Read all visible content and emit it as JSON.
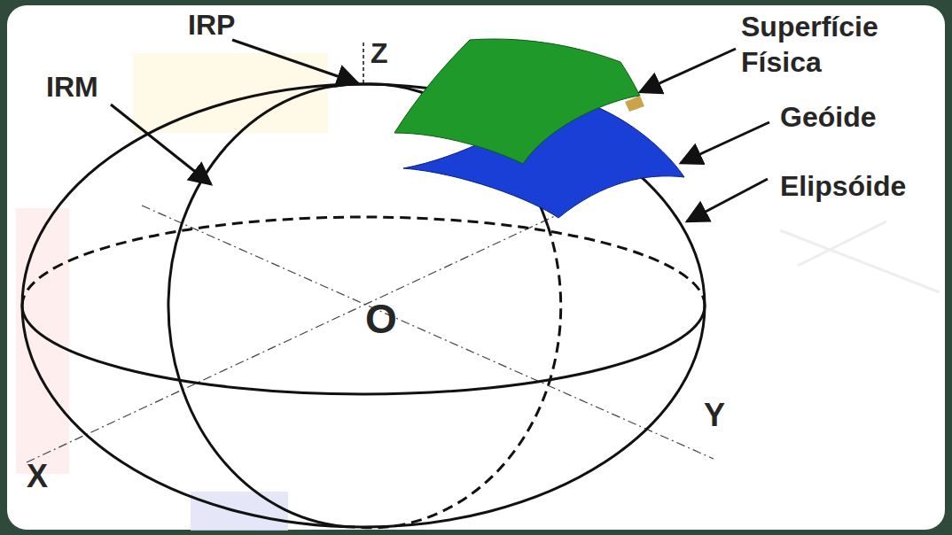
{
  "diagram": {
    "labels": [
      "IRP",
      "Z",
      "IRM",
      "Superfície Física",
      "Geóide",
      "Elipsóide",
      "O",
      "Y",
      "X"
    ]
  }
}
